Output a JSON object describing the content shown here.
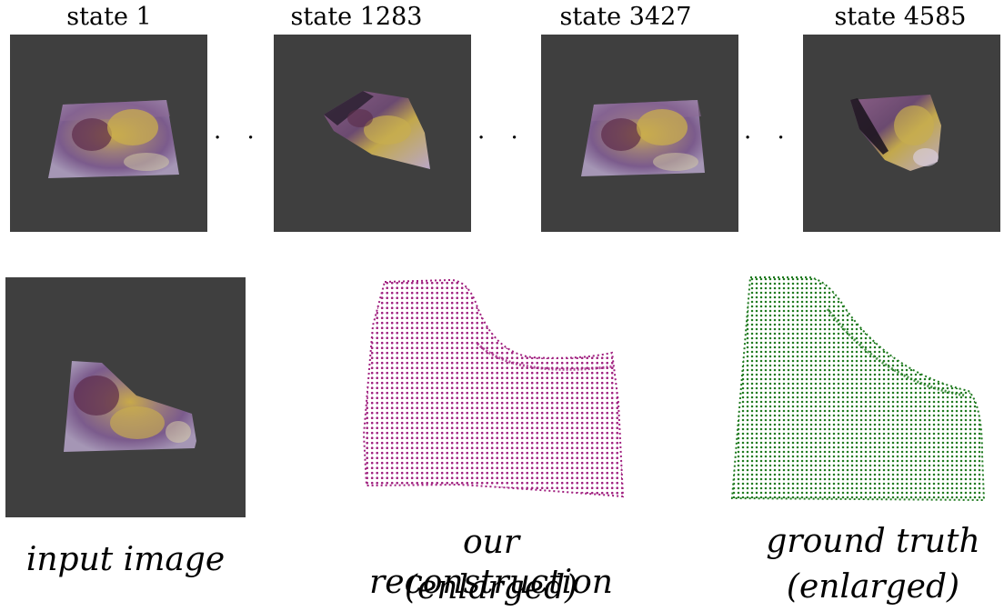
{
  "states": [
    {
      "label": "state 1"
    },
    {
      "label": "state 1283"
    },
    {
      "label": "state 3427"
    },
    {
      "label": "state 4585"
    }
  ],
  "ellipsis": "· · ·",
  "captions": {
    "input_image": "input image",
    "reconstruction_line1": "our reconstruction",
    "reconstruction_line2": "(enlarged)",
    "ground_truth_line1": "ground truth",
    "ground_truth_line2": "(enlarged)"
  },
  "colors": {
    "panel_bg": "#3f3f3f",
    "reconstruction": "#a0207f",
    "ground_truth": "#1f7a1f",
    "tissue_purple": "#7a5a88",
    "tissue_yellow": "#c9b04a"
  }
}
